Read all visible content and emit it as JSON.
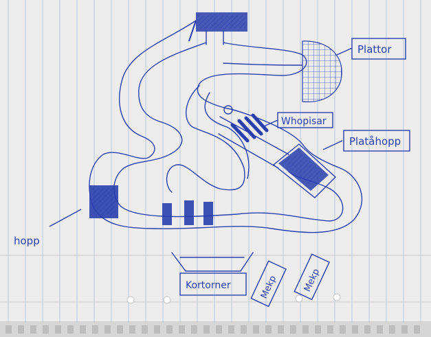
{
  "labels": {
    "plattor": "Plattor",
    "whopisar": "Whopisar",
    "platahopp": "Platåhopp",
    "hopp": "hopp",
    "kortorner": "Kortorner",
    "mekp1": "Mekp",
    "mekp2": "Mekp"
  },
  "colors": {
    "paper": "#ececec",
    "ink": "#2a3fae",
    "rule": "#b9c7de"
  }
}
